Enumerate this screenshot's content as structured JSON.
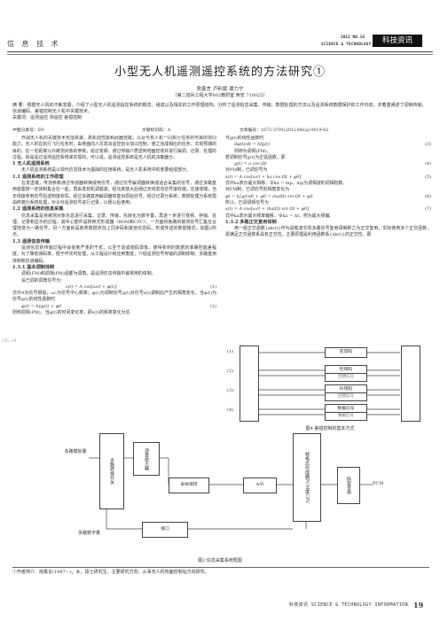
{
  "header": {
    "section": "信 息 技 术",
    "year_issue": "2012 NO.16",
    "journal_en": "SCIENCE & TECHNOLOGY INFORMATION",
    "badge": "科技资讯"
  },
  "article": {
    "title": "小型无人机遥测遥控系统的方法研究①",
    "authors": "房鑫言   卢利斌   谭力宁",
    "affiliation": "（第二炮兵工程大学602教研室   西安   710025）",
    "abstract": "摘  要：根据无人机的不断发展，介绍了小型无人机遥测遥控系统的概念、组成以及相关的工作原理结构，分析了遥测信息采集、传输、数据处理的方法以及遥测系统数据保护的工作内容，并着重阐述了调制传输、信道编码、差错控制无人机中关键技术。",
    "keywords": "关键词：遥测遥控   测遥控   差错控制",
    "clc": "中图分类号：E9",
    "doc_code": "文献标识码：A",
    "article_no": "文章编号：1672-3791(2012)06(a)-0019-02"
  },
  "left_column": {
    "intro": "作战无人机的关键技术包括高速、高机动性能和武器挂载，以及与有人机一同执行任务的可靠的协同能力，无人机在执行飞行任务时，由地面向人员发出遥控指令加以控制，使之完成相应的任务，实现预期的目的，在一定距离以外被测对象的参数，给过变频、通过传输介质送到地面控收并进行解调、记录、处理的过程，就是遥过遥测遥控系统来实现的，可以说，遥测遥控系统是无人机的决策器分。",
    "s1": "1  无人机遥测系统",
    "s1_text": "无人机遥测系统是以现代信息技术为基础的应用系统，是无人机系统中的重要组成部分。",
    "s1_1": "1.1  遥测系统的工作原理",
    "s1_1_text": "在发送端，传测参数通过传感器转换成电信号，通过信号解调器转换成适合采集的信号，通过多路复用装置按一定体制集合在一起，再由发射机调载波，经功率放大后通过天线发向信号接收端。在接收端，当天线接收到信号后送到接收机，经过多路复用解调器恢复出原始信号，经过记录分系统，数据处理分系统再由终端分系统处理，对令对遥测信号进行记录，以便以后使用。",
    "s1_2": "1.2  遥测系统的信息采集",
    "s1_2_text": "信息采集是将被测对象信息进行采集、记录、传输，先转化为数字量，再进一步进行变频、存储、处理、记录和显示的过程，其中心部件是转换式形成器（ROM和CPC）。一方面将各路的被测信号汇集在合理地变为一路信号，另一方面就是各类数据存加上同步码和其他信息码，形成传送的数据格式，如图2所示。",
    "s1_3": "1.3  遥测信息传输",
    "s1_3_text": "遥测信息的传输过程中会受到严重的干扰，以至于造成错码现象。使得收到的数据的准确性能差程度，为了降低误码率，便于作实时处理，从工程设计和应用角度，介绍遥测信号传输的调制体制、多路复用体制和信道编码。",
    "s1_3_1": "1.3.1  基本调制体制",
    "s1_3_1_text": "调频(FM)和调相(PM)遥都为调角，是遥测信息传输中最常用的体制。",
    "eq_intro": "设已调的调角信号为：",
    "eq1": "s(t) = A cos[ωct + φ(t)]",
    "eq1_no": "(1)",
    "eq1_desc": "式中A为信号振幅；ωc为信号中心频率；φ(t)为调制信号g(t)对信号s(t)调制后产生的相角变化，当φ(t)为信号g(t)的线性函数时",
    "eq2": "φ(t) = kpg(t) + φ0",
    "eq2_no": "(2)",
    "eq2_desc": "则称调相(PM)，当φ(t)的时间变化率，即s(t)的频率变化为信"
  },
  "right_column": {
    "eq3_intro": "号g(t)的线性函数时",
    "eq3": "dφ(t)/dt = kfg(t)",
    "eq3_no": "(3)",
    "t1": "则称为调频(FM)，",
    "t2": "若调制信号g(t)为正弦函数，即",
    "eq4": "g(t) = a cos Ωt",
    "eq4_no": "(4)",
    "t3": "对PM制，已调信号为",
    "eq5": "s(t) = A cos[ωct + ka cos Ωt + φ0]",
    "eq5_no": "(5)",
    "t4": "式中ka表示最大相移，令ka = mp，mp为调相波的调相指数。",
    "t5": "对FM制，已调信号的相角变化为",
    "eq6": "φt = k∫g(t)dt + φ0 = (ka/Ω) sin Ωt + φ0",
    "eq6_no": "(6)",
    "t6": "所以，已调调频信号为",
    "eq7": "s(t) = A cos[ωct + (ka/Ω) sin Ωt + φ0]",
    "eq7_no": "(7)",
    "t7": "式中ka表示最大频率偏移，令ka = Δf，称为最大频偏。",
    "s1_3_2": "1.3.2  多路正交复用体制",
    "s1_3_2_text": "用一组正交函数{xk(t)}作为副载波实现多路信号复用调制称之为正交复用，实际使用多个正交函数，需满足正交函数系具有正交性，主要原理是利用函数系{xk(t)}的正交性，即"
  },
  "figure4": {
    "caption": "图4   差错控制的基本方式",
    "rows": [
      {
        "num": "(1)",
        "boxes": [
          "前馈码"
        ]
      },
      {
        "num": "(2)",
        "boxes": [
          "检错码",
          "回馈信号"
        ]
      },
      {
        "num": "(3)",
        "boxes": [
          "纠错码",
          "回馈信号"
        ]
      },
      {
        "num": "(4)",
        "boxes": [
          "数据信号",
          "数据信号"
        ]
      }
    ]
  },
  "figure2": {
    "caption": "图2   信息采集系统框图",
    "sensor": "多路模拟量",
    "mux": "多路转换开关",
    "amp": "测量放大器",
    "sh": "采样保持",
    "ad": "A/D",
    "cpu": "帧格式形成器PCM或CPU",
    "encoder": "码型变换",
    "pcm_out": "PCM",
    "digital": "多路数字量",
    "interface": "接口"
  },
  "footnote": "①作者简介：房鑫言(1987—)，女，硕士研究生，主要研究方向：从事无人机地面控制站方向研究。",
  "footer": {
    "journal": "科技资讯  SCIENCE & TECHNOLOGY INFORMATION",
    "page": "19"
  },
  "side_mark": "CDG.CN"
}
